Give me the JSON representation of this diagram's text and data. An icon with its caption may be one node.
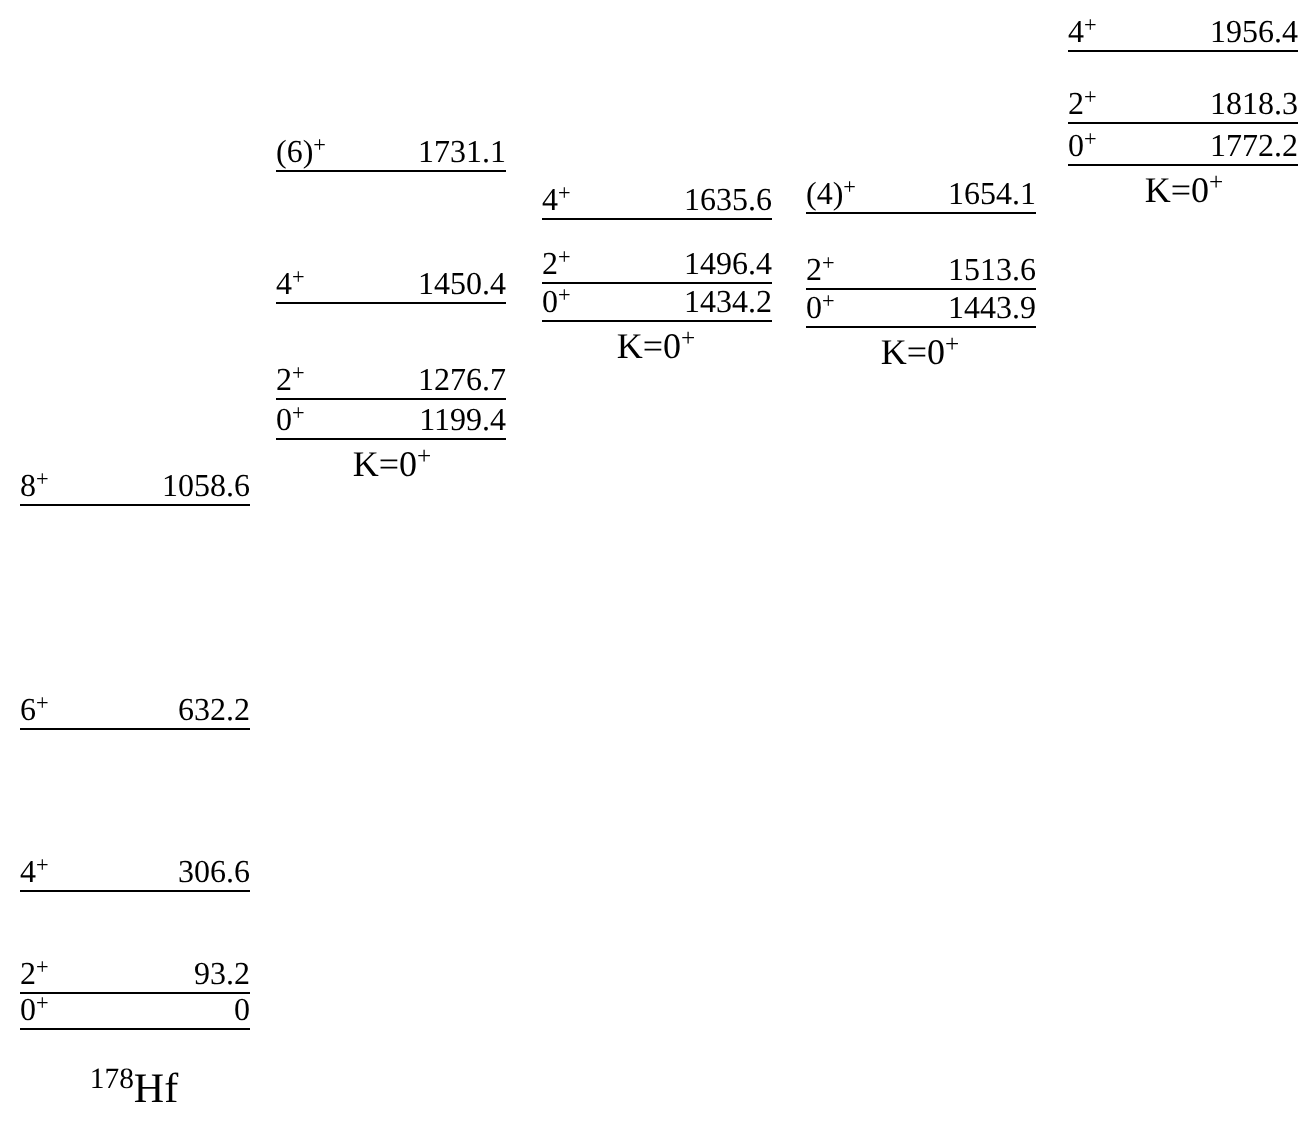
{
  "diagram": {
    "nodes": [
      {
        "text": [
          "8$^{+}$",
          "1058.6"
        ]
      },
      {
        "text": [
          "6$^{+}$",
          "632.2"
        ]
      },
      {
        "text": [
          "4$^{+}$",
          "306.6"
        ]
      },
      {
        "text": [
          "2$^{+}$",
          "93.2"
        ]
      },
      {
        "text": [
          "0$^{+}$",
          "0"
        ]
      },
      {
        "text": [
          "(6)$^{+}$",
          "1731.1"
        ]
      },
      {
        "text": [
          "4$^{+}$",
          "1450.4"
        ]
      },
      {
        "text": [
          "2$^{+}$",
          "1276.7"
        ]
      },
      {
        "text": [
          "0$^{+}$",
          "1199.4"
        ]
      },
      {
        "text": [
          "4$^{+}$",
          "1635.6"
        ]
      },
      {
        "text": [
          "2$^{+}$",
          "1496.4"
        ]
      },
      {
        "text": [
          "0$^{+}$",
          "1434.2"
        ]
      },
      {
        "text": [
          "(4)$^{+}$",
          "1654.1"
        ]
      },
      {
        "text": [
          "2$^{+}$",
          "1513.6"
        ]
      },
      {
        "text": [
          "0$^{+}$",
          "1443.9"
        ]
      },
      {
        "text": [
          "4$^{+}$",
          "1956.4"
        ]
      },
      {
        "text": [
          "2$^{+}$",
          "1818.3"
        ]
      },
      {
        "text": [
          "0$^{+}$",
          "1772.2"
        ]
      }
    ],
    "labels": [
      "K=0$^{+}$",
      "K=0$^{+}$",
      "K=0$^{+}$",
      "K=0$^{+}$",
      "$^{178}$Hf"
    ]
  }
}
